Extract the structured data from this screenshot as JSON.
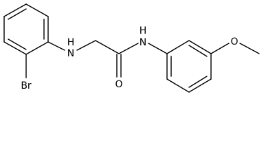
{
  "molecule": {
    "atom_labels": {
      "bromine": "Br",
      "amine_nitrogen": "H\nN",
      "amine_n": "N",
      "amine_h": "H",
      "amide_n": "N",
      "amide_h": "H",
      "carbonyl_oxygen": "O",
      "ether_oxygen": "O"
    }
  },
  "colors": {
    "bond": "#000000",
    "label": "#000000",
    "background": "#ffffff"
  }
}
